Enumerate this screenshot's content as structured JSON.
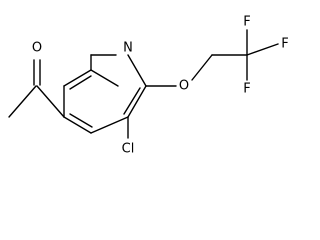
{
  "structure": {
    "atoms": {
      "carbonyl_oxygen": "O",
      "ring_nitrogen": "N",
      "ether_oxygen": "O",
      "chlorine": "Cl",
      "fluorine_top_right": "F",
      "fluorine_left": "F",
      "fluorine_bottom": "F"
    }
  }
}
